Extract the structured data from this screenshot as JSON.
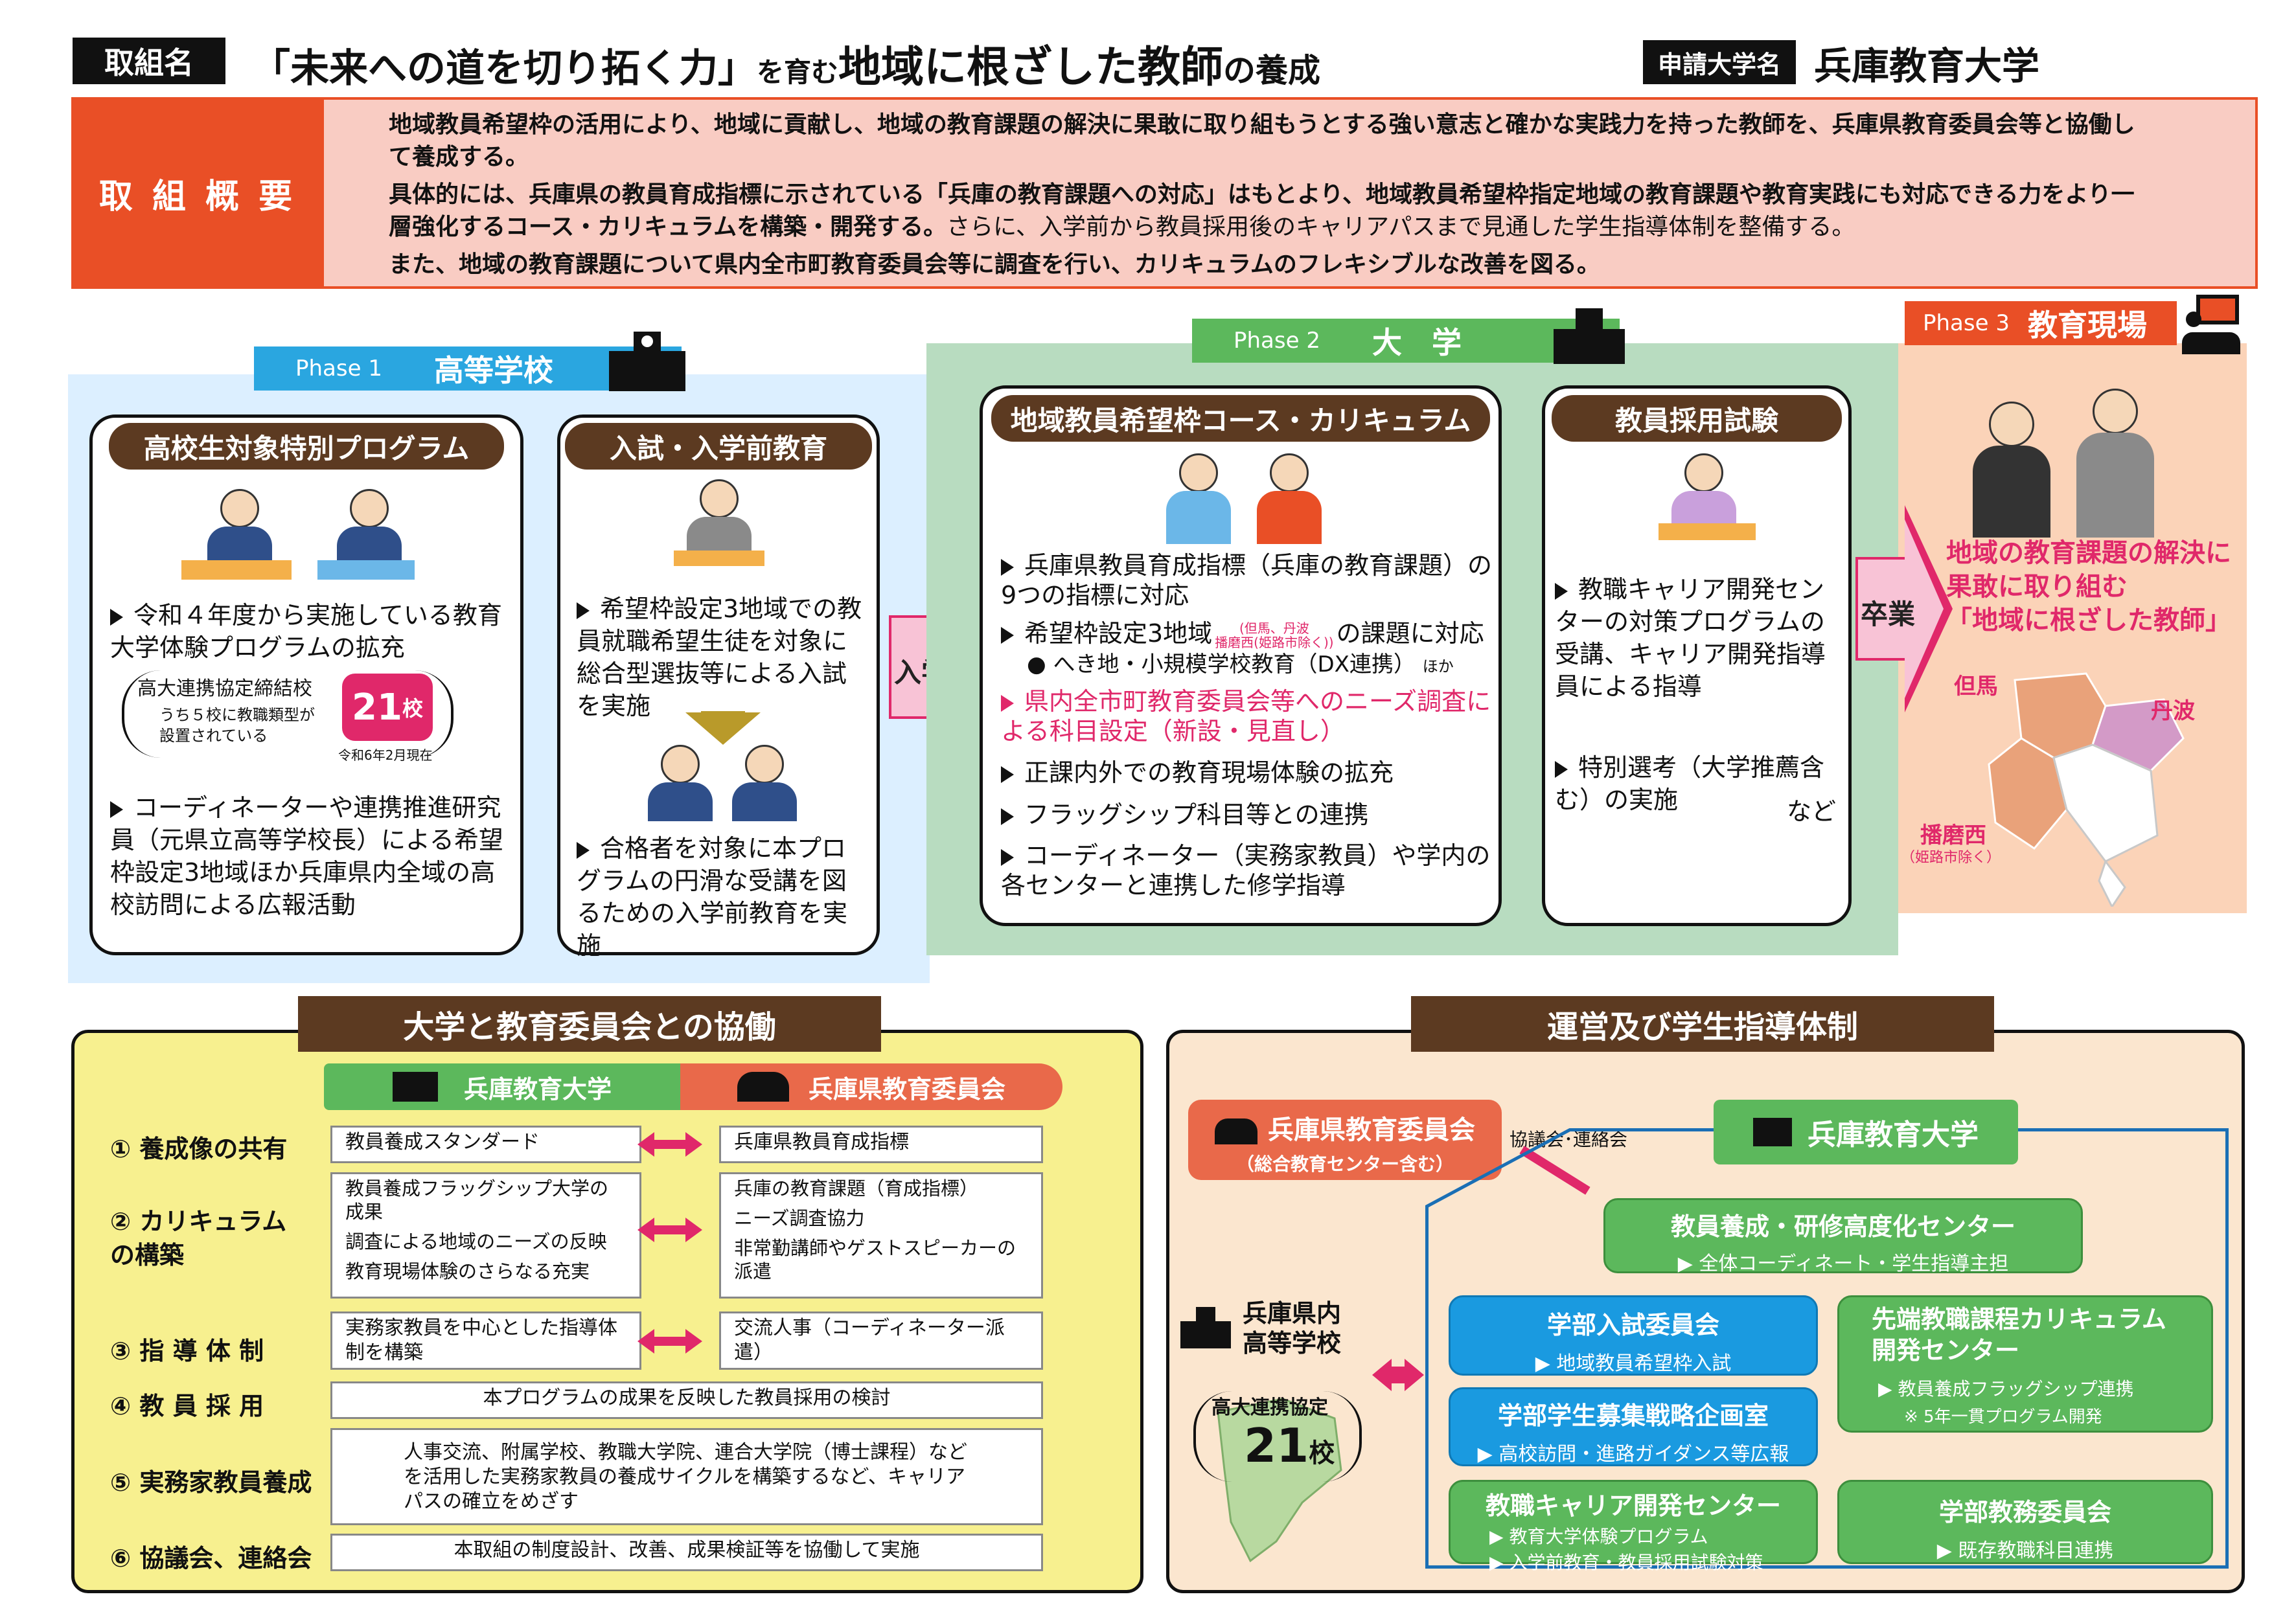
{
  "header": {
    "label": "取組名",
    "title_prefix": "「未来への道を切り拓く力」",
    "title_mid": "を育む",
    "title_main": "地域に根ざした教師",
    "title_suffix": "の養成",
    "applicant_label": "申請大学名",
    "applicant": "兵庫教育大学"
  },
  "summary": {
    "label": "取 組 概 要",
    "p1": "地域教員希望枠の活用により、地域に貢献し、地域の教育課題の解決に果敢に取り組もうとする強い意志と確かな実践力を持った教師を、兵庫県教育委員会等と協働して養成する。",
    "p2a": "具体的には、兵庫県の教員育成指標に示されている「兵庫の教育課題への対応」はもとより、地域教員希望枠指定地域の教育課題や教育実践にも対応できる力をより一層強化するコース・カリキュラムを構築・開発する。",
    "p2b": "さらに、入学前から教員採用後のキャリアパスまで見通した学生指導体制を整備する。",
    "p3": "また、地域の教育課題について県内全市町教育委員会等に調査を行い、カリキュラムのフレキシブルな改善を図る。"
  },
  "phase1": {
    "tag": "Phase 1",
    "title": "高等学校",
    "box1": {
      "title": "高校生対象特別プログラム",
      "item1": "令和４年度から実施している教育大学体験プログラムの拡充",
      "sub_title": "高大連携協定締結校",
      "sub_note": "うち５校に教職類型が設置されている",
      "count": "21",
      "count_unit": "校",
      "date": "令和6年2月現在",
      "item2": "コーディネーターや連携推進研究員（元県立高等学校長）による希望枠設定3地域ほか兵庫県内全域の高校訪問による広報活動"
    },
    "box2": {
      "title": "入試・入学前教育",
      "item1": "希望枠設定3地域での教員就職希望生徒を対象に総合型選抜等による入試を実施",
      "item2": "合格者を対象に本プログラムの円滑な受講を図るための入学前教育を実施"
    }
  },
  "enter_label": "入学",
  "phase2": {
    "tag": "Phase 2",
    "title": "大　学",
    "box1": {
      "title": "地域教員希望枠コース・カリキュラム",
      "i1": "兵庫県教員育成指標（兵庫の教育課題）の9つの指標に対応",
      "i2a": "希望枠設定3地域",
      "i2_paren_top": "但馬、丹波",
      "i2_paren_bottom": "播磨西(姫路市除く)",
      "i2b": "の課題に対応",
      "i2_sub": "へき地・小規模学校教育（DX連携）",
      "i2_sub_note": "ほか",
      "i3": "県内全市町教育委員会等へのニーズ調査による科目設定（新設・見直し）",
      "i4": "正課内外での教育現場体験の拡充",
      "i5": "フラッグシップ科目等との連携",
      "i6": "コーディネーター（実務家教員）や学内の各センターと連携した修学指導"
    },
    "box2": {
      "title": "教員採用試験",
      "i1": "教職キャリア開発センターの対策プログラムの受講、キャリア開発指導員による指導",
      "i2": "特別選考（大学推薦含む）の実施",
      "i2_note": "など"
    }
  },
  "graduate_label": "卒業",
  "phase3": {
    "tag": "Phase 3",
    "title": "教育現場",
    "goal_l1": "地域の教育課題の解決に",
    "goal_l2": "果敢に取り組む",
    "goal_l3": "「地域に根ざした教師」",
    "map_tajima": "但馬",
    "map_tamba": "丹波",
    "map_harima": "播磨西",
    "map_harima_note": "（姫路市除く）"
  },
  "collab": {
    "title": "大学と教育委員会との協働",
    "head_univ": "兵庫教育大学",
    "head_board": "兵庫県教育委員会",
    "rows": [
      {
        "label": "① 養成像の共有",
        "left": "教員養成スタンダード",
        "right": "兵庫県教員育成指標"
      },
      {
        "label": "② カリキュラムの構築",
        "left1": "教員養成フラッグシップ大学の成果",
        "left2": "調査による地域のニーズの反映",
        "left3": "教育現場体験のさらなる充実",
        "right1": "兵庫の教育課題（育成指標）",
        "right2": "ニーズ調査協力",
        "right3": "非常勤講師やゲストスピーカーの派遣"
      },
      {
        "label": "③ 指 導 体 制",
        "left": "実務家教員を中心とした指導体制を構築",
        "right": "交流人事（コーディネーター派遣）"
      },
      {
        "label": "④ 教 員 採 用",
        "full": "本プログラムの成果を反映した教員採用の検討"
      },
      {
        "label": "⑤ 実務家教員養成",
        "full": "人事交流、附属学校、教職大学院、連合大学院（博士課程）などを活用した実務家教員の養成サイクルを構築するなど、キャリアパスの確立をめざす"
      },
      {
        "label": "⑥ 協議会、連絡会",
        "full": "本取組の制度設計、改善、成果検証等を協働して実施"
      }
    ]
  },
  "mgmt": {
    "title": "運営及び学生指導体制",
    "board": "兵庫県教育委員会",
    "board_sub": "（総合教育センター含む）",
    "council": "協議会･連絡会",
    "univ": "兵庫教育大学",
    "hs_title1": "兵庫県内",
    "hs_title2": "高等学校",
    "hs_agreement": "高大連携協定",
    "hs_count": "21",
    "hs_unit": "校",
    "center_top": "教員養成・研修高度化センター",
    "center_top_sub": "全体コーディネート・学生指導主担",
    "b1": "学部入試委員会",
    "b1s": "地域教員希望枠入試",
    "b2": "学部学生募集戦略企画室",
    "b2s": "高校訪問・進路ガイダンス等広報",
    "g1": "教職キャリア開発センター",
    "g1s1": "教育大学体験プログラム",
    "g1s2": "入学前教育・教員採用試験対策",
    "g2": "先端教職課程カリキュラム開発センター",
    "g2s1": "教員養成フラッグシップ連携",
    "g2s2": "※ 5年一貫プログラム開発",
    "g3": "学部教務委員会",
    "g3s": "既存教職科目連携"
  },
  "colors": {
    "orange_red": "#e94f26",
    "brown": "#5c3a21",
    "pink": "#e0286a",
    "green": "#5cb85c",
    "blue": "#1a9ae0",
    "phase1_bg": "#dcefff",
    "phase2_bg": "#b8dcc0",
    "phase3_bg": "#fbd3b8"
  }
}
